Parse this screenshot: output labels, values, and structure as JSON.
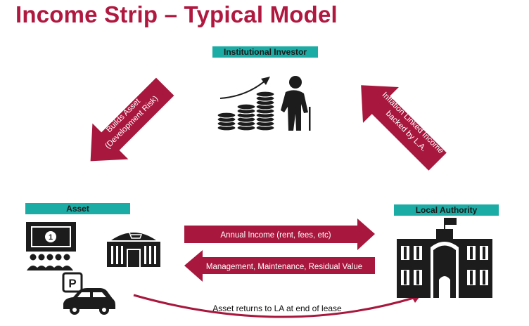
{
  "title": "Income Strip – Typical Model",
  "labels": {
    "investor": "Institutional Investor",
    "asset": "Asset",
    "local_authority": "Local Authority"
  },
  "arrows": {
    "builds_asset_line1": "Builds Asset",
    "builds_asset_line2": "(Development Risk)",
    "inflation_line1": "Inflation Linked Income",
    "inflation_line2": "backed by L.A.",
    "annual_income": "Annual Income (rent, fees, etc)",
    "management": "Management, Maintenance, Residual Value",
    "asset_returns": "Asset returns to LA at end of lease"
  },
  "icons": {
    "cinema_seat_number": "1",
    "parking_letter": "P"
  },
  "colors": {
    "title": "#b0183f",
    "arrow": "#a8173d",
    "label_bg": "#1aaca5",
    "icon": "#1c1c1c"
  }
}
